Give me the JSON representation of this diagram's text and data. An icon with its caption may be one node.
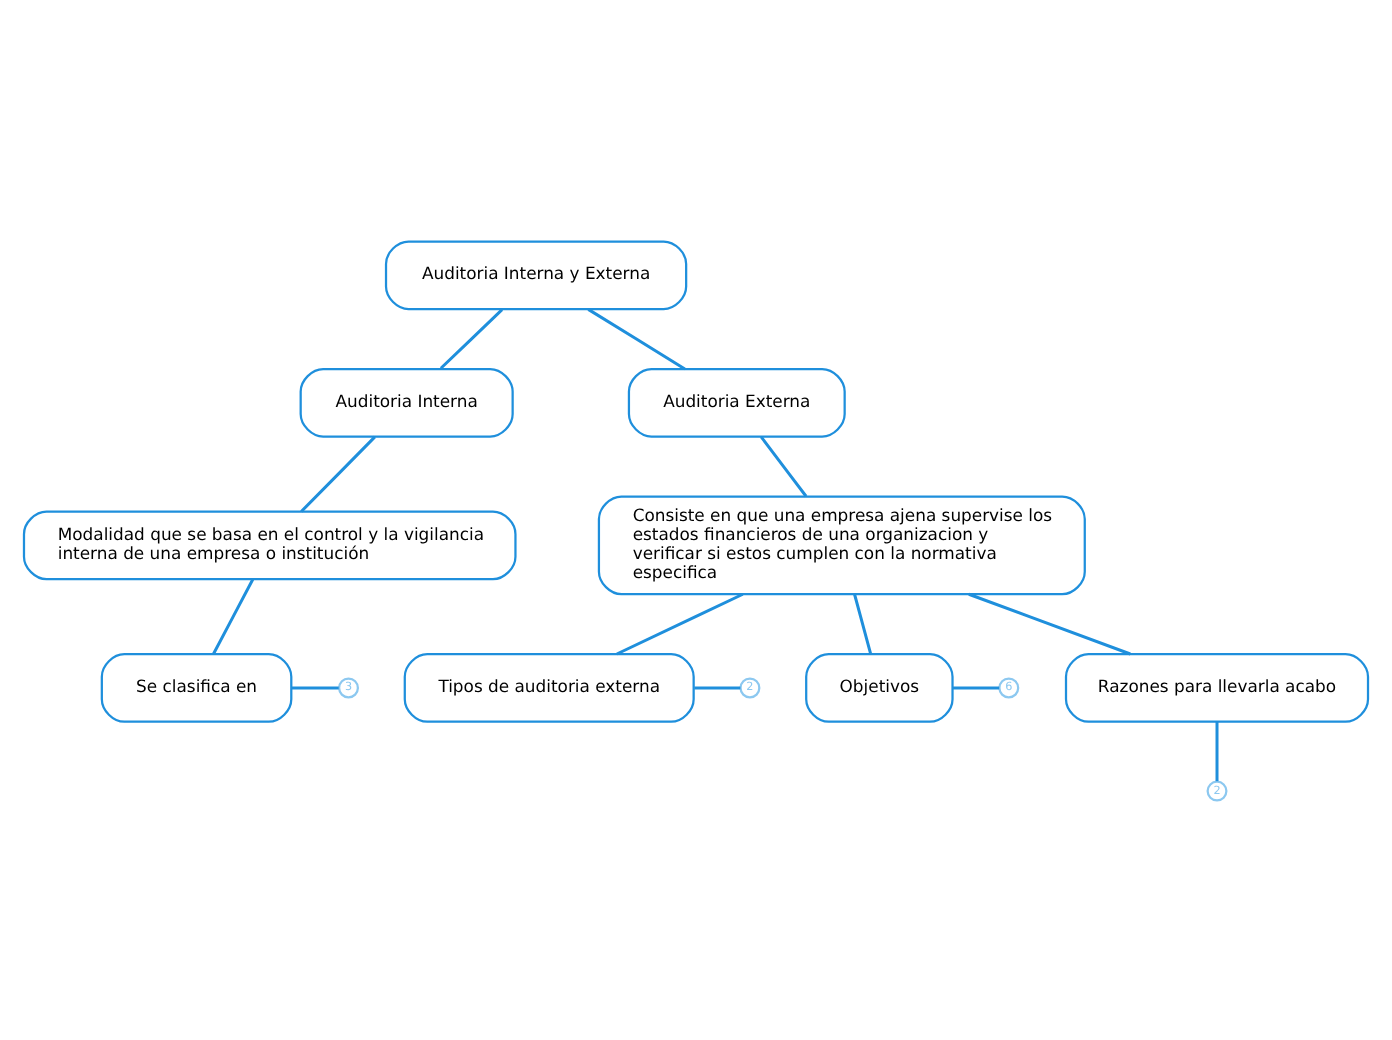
{
  "diagram": {
    "nodes": [
      {
        "text": [
          "Auditoria Interna y Externa"
        ]
      },
      {
        "text": [
          "Auditoria Interna"
        ]
      },
      {
        "text": [
          "Auditoria Externa"
        ]
      },
      {
        "text": [
          "Modalidad que se basa en el control y la vigilancia interna de una empresa o institución"
        ]
      },
      {
        "text": [
          "Consiste en que una empresa ajena supervise los estados financieros de una organizacion y verificar si estos cumplen con la normativa especifica"
        ]
      },
      {
        "text": [
          "Se clasifica en"
        ]
      },
      {
        "text": [
          "3"
        ]
      },
      {
        "text": [
          "2"
        ]
      },
      {
        "text": [
          "Tipos de auditoria externa"
        ]
      },
      {
        "text": [
          "Objetivos"
        ]
      },
      {
        "text": [
          "6"
        ]
      },
      {
        "text": [
          "Razones para llevarla acabo"
        ]
      },
      {
        "text": [
          "2"
        ]
      }
    ],
    "edges": [
      {
        "from": 0,
        "to": 1,
        "arrow": "none"
      },
      {
        "from": 0,
        "to": 2,
        "arrow": "none"
      },
      {
        "from": 1,
        "to": 3,
        "arrow": "none"
      },
      {
        "from": 3,
        "to": 5,
        "arrow": "none"
      },
      {
        "from": 5,
        "to": 6,
        "arrow": "none"
      },
      {
        "from": 2,
        "to": 4,
        "arrow": "none"
      },
      {
        "from": 4,
        "to": 8,
        "arrow": "none"
      },
      {
        "from": 4,
        "to": 9,
        "arrow": "none"
      },
      {
        "from": 4,
        "to": 11,
        "arrow": "none"
      },
      {
        "from": 8,
        "to": 7,
        "arrow": "none"
      },
      {
        "from": 9,
        "to": 10,
        "arrow": "none"
      },
      {
        "from": 11,
        "to": 12,
        "arrow": "none"
      }
    ]
  }
}
